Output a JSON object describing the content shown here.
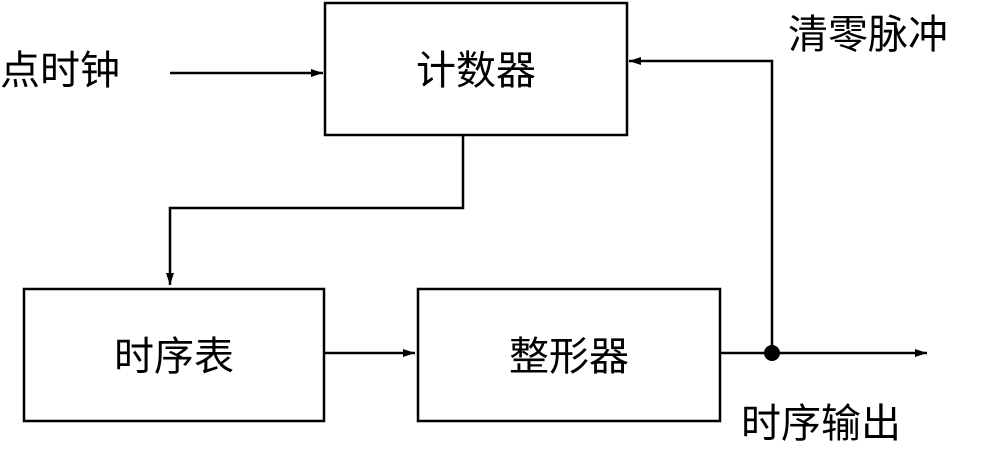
{
  "blocks": {
    "counter": "计数器",
    "timing_table": "时序表",
    "shaper": "整形器"
  },
  "signals": {
    "dot_clock": "点时钟",
    "clear_pulse": "清零脉冲",
    "timing_output": "时序输出"
  },
  "colors": {
    "stroke": "#000000",
    "background": "#ffffff"
  }
}
